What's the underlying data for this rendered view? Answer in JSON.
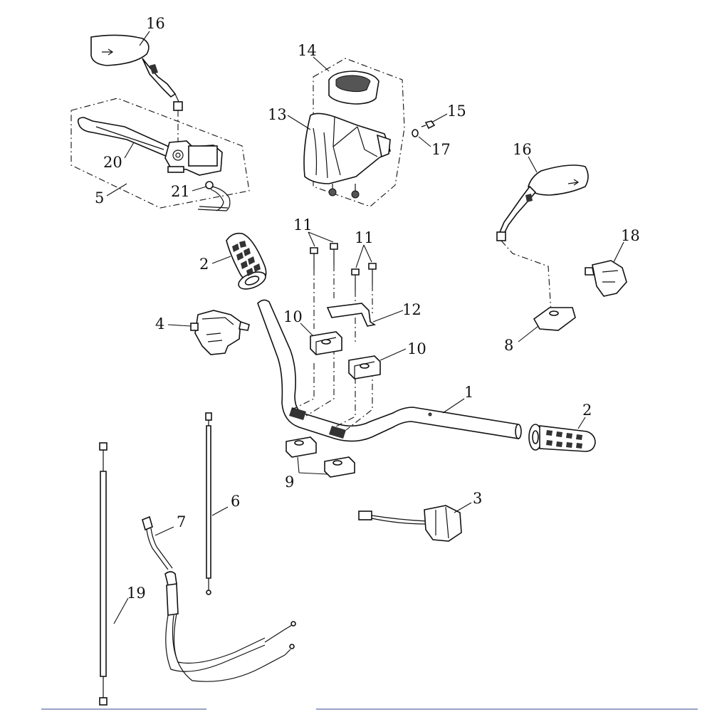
{
  "callouts": {
    "p1": "1",
    "p2_left": "2",
    "p2_right": "2",
    "p3": "3",
    "p4": "4",
    "p5": "5",
    "p6": "6",
    "p7": "7",
    "p8": "8",
    "p9": "9",
    "p10_left": "10",
    "p10_right": "10",
    "p11_left": "11",
    "p11_right": "11",
    "p12": "12",
    "p13": "13",
    "p14": "14",
    "p15": "15",
    "p16_left": "16",
    "p16_right": "16",
    "p17": "17",
    "p18": "18",
    "p19": "19",
    "p20": "20",
    "p21": "21"
  }
}
